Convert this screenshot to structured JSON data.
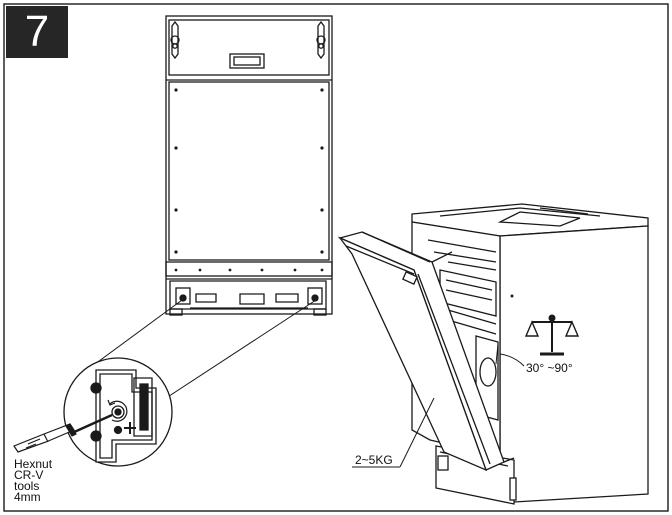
{
  "step": {
    "number": "7"
  },
  "labels": {
    "tool_line1": "Hexnut",
    "tool_line2": "CR-V",
    "tool_line3": "tools",
    "tool_line4": "4mm",
    "angle": "30° ~90°",
    "weight": "2~5KG"
  },
  "icons": {
    "balance": "balance-scale-icon",
    "rotation": "rotate-arrow-icon",
    "plus": "plus-icon"
  },
  "colors": {
    "line": "#1a1a1a",
    "step_box": "#262626",
    "background": "#ffffff"
  }
}
